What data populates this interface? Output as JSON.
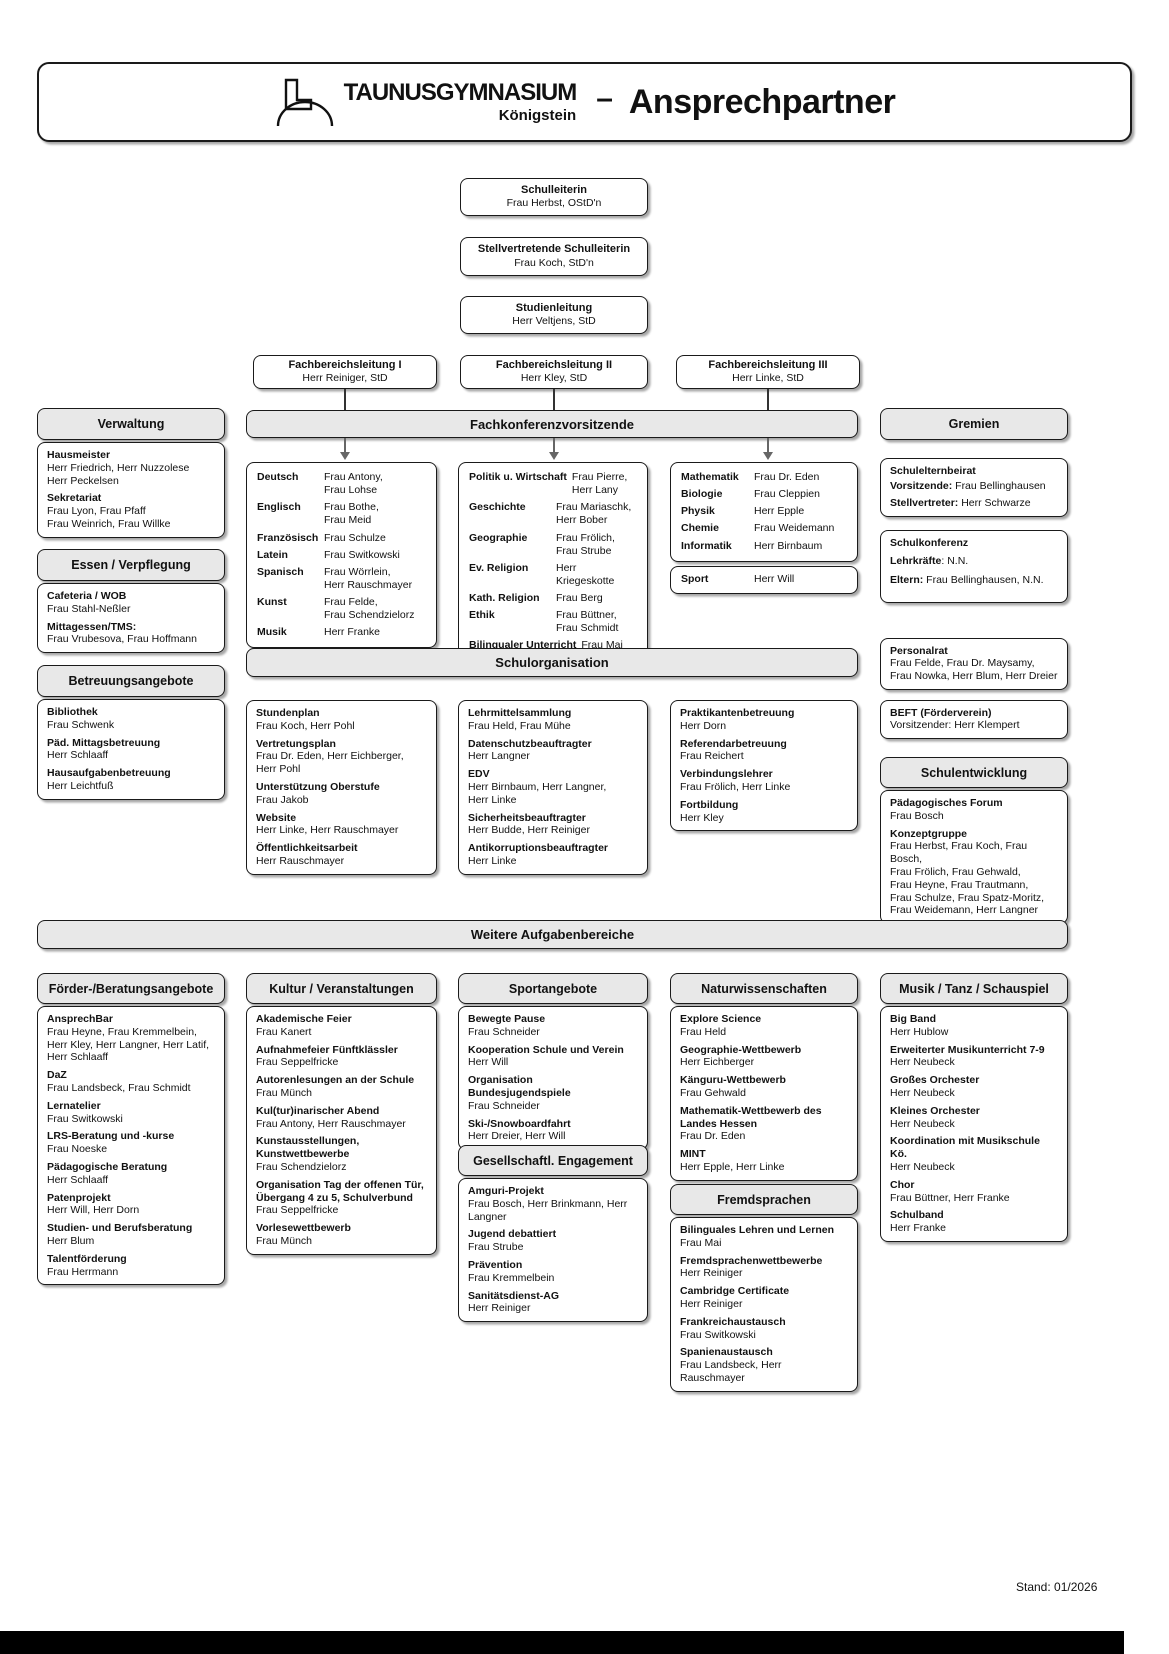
{
  "header": {
    "logo_top": "TAUNUSGYMNASIUM",
    "logo_bottom": "Königstein",
    "separator": "–",
    "title": "Ansprechpartner"
  },
  "leadership": [
    {
      "title": "Schulleiterin",
      "person": "Frau Herbst, OStD'n"
    },
    {
      "title": "Stellvertretende Schulleiterin",
      "person": "Frau Koch, StD'n"
    },
    {
      "title": "Studienleitung",
      "person": "Herr Veltjens, StD"
    }
  ],
  "fachbereichsleitung": [
    {
      "title": "Fachbereichsleitung I",
      "person": "Herr Reiniger, StD"
    },
    {
      "title": "Fachbereichsleitung II",
      "person": "Herr Kley, StD"
    },
    {
      "title": "Fachbereichsleitung III",
      "person": "Herr Linke, StD"
    }
  ],
  "verwaltung": {
    "header": "Verwaltung",
    "entries": [
      {
        "label": "Hausmeister",
        "names": "Herr Friedrich, Herr Nuzzolese\nHerr Peckelsen"
      },
      {
        "label": "Sekretariat",
        "names": "Frau Lyon, Frau Pfaff\nFrau Weinrich, Frau Willke"
      }
    ]
  },
  "essen": {
    "header": "Essen / Verpflegung",
    "entries": [
      {
        "label": "Cafeteria / WOB",
        "names": "Frau Stahl-Neßler"
      },
      {
        "label": "Mittagessen/TMS:",
        "names": "Frau Vrubesova, Frau Hoffmann"
      }
    ]
  },
  "betreuung": {
    "header": "Betreuungsangebote",
    "entries": [
      {
        "label": "Bibliothek",
        "names": "Frau Schwenk"
      },
      {
        "label": "Päd. Mittagsbetreuung",
        "names": "Herr Schlaaff"
      },
      {
        "label": "Hausaufgabenbetreuung",
        "names": "Herr Leichtfuß"
      }
    ]
  },
  "fachkonferenzen": {
    "header": "Fachkonferenzvorsitzende",
    "col1": [
      {
        "subject": "Deutsch",
        "names": "Frau Antony,\nFrau Lohse"
      },
      {
        "subject": "Englisch",
        "names": "Frau Bothe,\nFrau Meid"
      },
      {
        "subject": "Französisch",
        "names": "Frau Schulze"
      },
      {
        "subject": "Latein",
        "names": "Frau Switkowski"
      },
      {
        "subject": "Spanisch",
        "names": "Frau Wörrlein,\nHerr Rauschmayer"
      },
      {
        "subject": "Kunst",
        "names": "Frau Felde,\nFrau Schendzielorz"
      },
      {
        "subject": "Musik",
        "names": "Herr Franke"
      }
    ],
    "col2": [
      {
        "subject": "Politik u. Wirtschaft",
        "names": "Frau Pierre,\nHerr Lany"
      },
      {
        "subject": "Geschichte",
        "names": "Frau Mariaschk,\nHerr Bober"
      },
      {
        "subject": "Geographie",
        "names": "Frau Frölich,\nFrau Strube"
      },
      {
        "subject": "Ev. Religion",
        "names": "Herr Kriegeskotte"
      },
      {
        "subject": "Kath. Religion",
        "names": "Frau Berg"
      },
      {
        "subject": "Ethik",
        "names": "Frau Büttner,\nFrau Schmidt"
      },
      {
        "subject": "Bilingualer Unterricht",
        "names": "Frau Mai"
      }
    ],
    "col3": [
      {
        "subject": "Mathematik",
        "names": "Frau Dr. Eden"
      },
      {
        "subject": "Biologie",
        "names": "Frau Cleppien"
      },
      {
        "subject": "Physik",
        "names": "Herr Epple"
      },
      {
        "subject": "Chemie",
        "names": "Frau Weidemann"
      },
      {
        "subject": "Informatik",
        "names": "Herr Birnbaum"
      }
    ],
    "sport": {
      "subject": "Sport",
      "names": "Herr Will"
    }
  },
  "gremien": {
    "header": "Gremien",
    "schulelternbeirat": {
      "title": "Schulelternbeirat",
      "lines": [
        {
          "label": "Vorsitzende:",
          "text": " Frau Bellinghausen"
        },
        {
          "label": "Stellvertreter:",
          "text": " Herr Schwarze"
        }
      ]
    },
    "schulkonferenz": {
      "title": "Schulkonferenz",
      "lines": [
        {
          "label": "Lehrkräfte",
          "text": ": N.N."
        },
        {
          "label": "Eltern:",
          "text": " Frau Bellinghausen, N.N."
        }
      ]
    },
    "personalrat": {
      "title": "Personalrat",
      "text": "Frau Felde, Frau Dr. Maysamy, Frau Nowka, Herr Blum, Herr Dreier"
    },
    "beft": {
      "title": "BEFT (Förderverein)",
      "text": "Vorsitzender: Herr Klempert"
    }
  },
  "schulentwicklung": {
    "header": "Schulentwicklung",
    "entries": [
      {
        "label": "Pädagogisches Forum",
        "names": "Frau Bosch"
      },
      {
        "label": "Konzeptgruppe",
        "names": "Frau Herbst, Frau Koch, Frau Bosch,\nFrau Frölich, Frau Gehwald,\nFrau Heyne, Frau Trautmann,\nFrau Schulze, Frau Spatz-Moritz,\nFrau Weidemann, Herr Langner"
      }
    ]
  },
  "schulorganisation": {
    "header": "Schulorganisation",
    "col1": [
      {
        "label": "Stundenplan",
        "names": "Frau Koch, Herr Pohl"
      },
      {
        "label": "Vertretungsplan",
        "names": "Frau Dr. Eden, Herr Eichberger,\nHerr Pohl"
      },
      {
        "label": "Unterstützung Oberstufe",
        "names": "Frau Jakob"
      },
      {
        "label": "Website",
        "names": "Herr Linke, Herr Rauschmayer"
      },
      {
        "label": "Öffentlichkeitsarbeit",
        "names": "Herr Rauschmayer"
      }
    ],
    "col2": [
      {
        "label": "Lehrmittelsammlung",
        "names": "Frau Held, Frau Mühe"
      },
      {
        "label": "Datenschutzbeauftragter",
        "names": "Herr Langner"
      },
      {
        "label": "EDV",
        "names": "Herr Birnbaum, Herr Langner,\nHerr Linke"
      },
      {
        "label": "Sicherheitsbeauftragter",
        "names": "Herr Budde, Herr Reiniger"
      },
      {
        "label": "Antikorruptionsbeauftragter",
        "names": "Herr Linke"
      }
    ],
    "col3": [
      {
        "label": "Praktikantenbetreuung",
        "names": "Herr Dorn"
      },
      {
        "label": "Referendarbetreuung",
        "names": "Frau Reichert"
      },
      {
        "label": "Verbindungslehrer",
        "names": "Frau Frölich, Herr Linke"
      },
      {
        "label": "Fortbildung",
        "names": "Herr Kley"
      }
    ]
  },
  "weitere": {
    "header": "Weitere Aufgabenbereiche"
  },
  "foerder": {
    "header": "Förder-/Beratungsangebote",
    "entries": [
      {
        "label": "AnsprechBar",
        "names": "Frau Heyne, Frau Kremmelbein,\nHerr Kley, Herr Langner, Herr Latif,\nHerr Schlaaff"
      },
      {
        "label": "DaZ",
        "names": "Frau Landsbeck, Frau Schmidt"
      },
      {
        "label": "Lernatelier",
        "names": "Frau Switkowski"
      },
      {
        "label": "LRS-Beratung und -kurse",
        "names": "Frau Noeske"
      },
      {
        "label": "Pädagogische Beratung",
        "names": "Herr Schlaaff"
      },
      {
        "label": "Patenprojekt",
        "names": "Herr Will, Herr Dorn"
      },
      {
        "label": "Studien- und Berufsberatung",
        "names": "Herr Blum"
      },
      {
        "label": "Talentförderung",
        "names": "Frau Herrmann"
      }
    ]
  },
  "kultur": {
    "header": "Kultur / Veranstaltungen",
    "entries": [
      {
        "label": "Akademische Feier",
        "names": "Frau Kanert"
      },
      {
        "label": "Aufnahmefeier Fünftklässler",
        "names": "Frau Seppelfricke"
      },
      {
        "label": "Autorenlesungen an der Schule",
        "names": "Frau Münch"
      },
      {
        "label": "Kul(tur)inarischer Abend",
        "names": "Frau Antony, Herr Rauschmayer"
      },
      {
        "label": "Kunstausstellungen,\nKunstwettbewerbe",
        "names": "Frau Schendzielorz"
      },
      {
        "label": "Organisation Tag der offenen Tür,\nÜbergang 4 zu 5, Schulverbund",
        "names": "Frau Seppelfricke"
      },
      {
        "label": "Vorlesewettbewerb",
        "names": "Frau Münch"
      }
    ]
  },
  "sportangebote": {
    "header": "Sportangebote",
    "entries": [
      {
        "label": "Bewegte Pause",
        "names": "Frau Schneider"
      },
      {
        "label": "Kooperation Schule und Verein",
        "names": "Herr Will"
      },
      {
        "label": "Organisation Bundesjugendspiele",
        "names": "Frau Schneider"
      },
      {
        "label": "Ski-/Snowboardfahrt",
        "names": "Herr Dreier, Herr Will"
      }
    ]
  },
  "engagement": {
    "header": "Gesellschaftl. Engagement",
    "entries": [
      {
        "label": "Amguri-Projekt",
        "names": "Frau Bosch, Herr Brinkmann, Herr\nLangner"
      },
      {
        "label": "Jugend debattiert",
        "names": "Frau Strube"
      },
      {
        "label": "Prävention",
        "names": "Frau Kremmelbein"
      },
      {
        "label": "Sanitätsdienst-AG",
        "names": "Herr Reiniger"
      }
    ]
  },
  "naturwissenschaften": {
    "header": "Naturwissenschaften",
    "entries": [
      {
        "label": "Explore Science",
        "names": "Frau Held"
      },
      {
        "label": "Geographie-Wettbewerb",
        "names": "Herr Eichberger"
      },
      {
        "label": "Känguru-Wettbewerb",
        "names": "Frau Gehwald"
      },
      {
        "label": "Mathematik-Wettbewerb des\nLandes Hessen",
        "names": "Frau Dr. Eden"
      },
      {
        "label": "MINT",
        "names": "Herr Epple, Herr Linke"
      }
    ]
  },
  "fremdsprachen": {
    "header": "Fremdsprachen",
    "entries": [
      {
        "label": "Bilinguales Lehren und Lernen",
        "names": "Frau Mai"
      },
      {
        "label": "Fremdsprachenwettbewerbe",
        "names": "Herr Reiniger"
      },
      {
        "label": "Cambridge Certificate",
        "names": "Herr Reiniger"
      },
      {
        "label": "Frankreichaustausch",
        "names": "Frau Switkowski"
      },
      {
        "label": "Spanienaustausch",
        "names": "Frau Landsbeck, Herr Rauschmayer"
      }
    ]
  },
  "musik": {
    "header": "Musik / Tanz / Schauspiel",
    "entries": [
      {
        "label": "Big Band",
        "names": "Herr Hublow"
      },
      {
        "label": "Erweiterter Musikunterricht 7-9",
        "names": "Herr Neubeck"
      },
      {
        "label": "Großes Orchester",
        "names": "Herr Neubeck"
      },
      {
        "label": "Kleines Orchester",
        "names": "Herr Neubeck"
      },
      {
        "label": "Koordination mit Musikschule Kö.",
        "names": "Herr Neubeck"
      },
      {
        "label": "Chor",
        "names": "Frau Büttner, Herr Franke"
      },
      {
        "label": "Schulband",
        "names": "Herr Franke"
      }
    ]
  },
  "footer": {
    "stand": "Stand: 01/2026"
  }
}
